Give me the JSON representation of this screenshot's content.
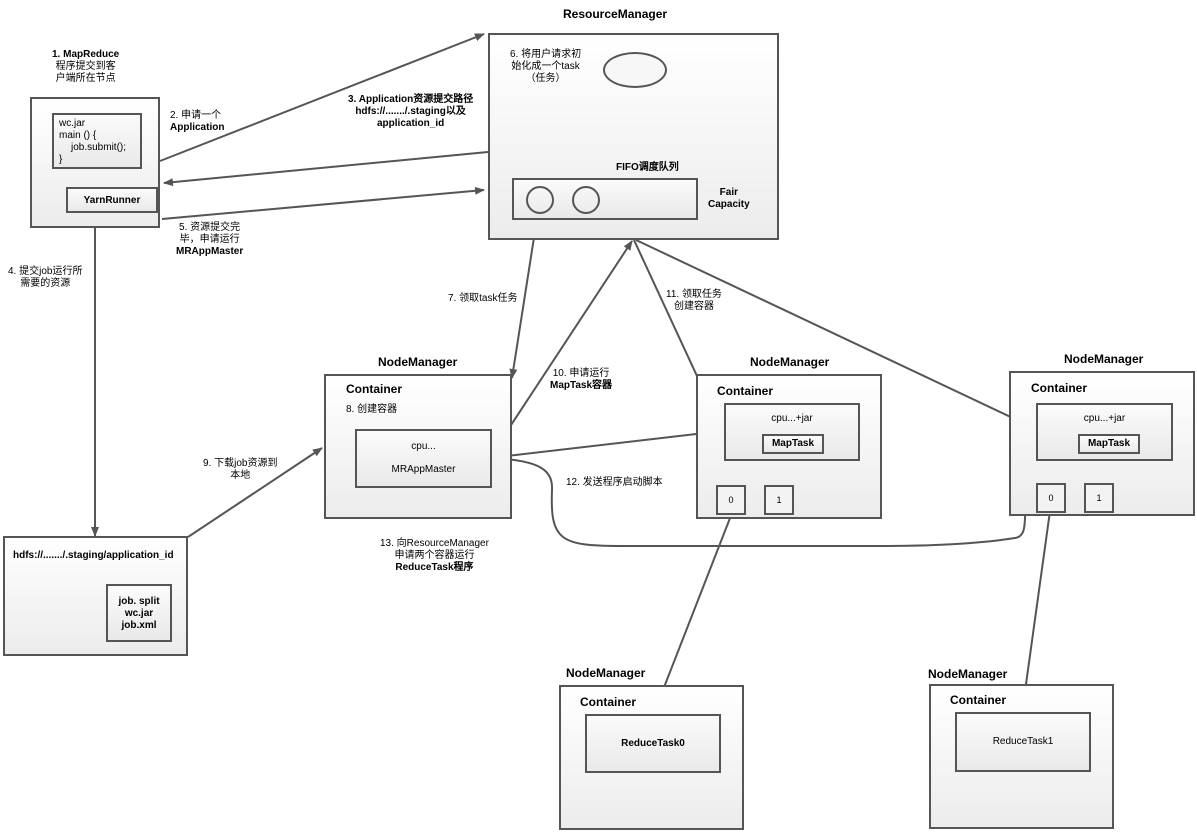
{
  "client": {
    "step1": [
      "1. MapReduce",
      "程序提交到客",
      "户端所在节点"
    ],
    "code_lines": [
      "wc.jar",
      "main () {",
      "   job.submit();",
      "}"
    ],
    "yarn_runner": "YarnRunner"
  },
  "resource_manager": {
    "title": "ResourceManager",
    "step6": [
      "6. 将用户请求初",
      "始化成一个task",
      "（任务）"
    ],
    "fifo_label": "FIFO调度队列",
    "schedulers": [
      "Fair",
      "Capacity"
    ]
  },
  "hdfs": {
    "path": "hdfs://......./.staging/application_id",
    "files": [
      "job. split",
      "wc.jar",
      "job.xml"
    ]
  },
  "node_manager_am": {
    "title": "NodeManager",
    "container": "Container",
    "step8": "8. 创建容器",
    "cpu": "cpu...",
    "app_master": "MRAppMaster"
  },
  "node_manager_map1": {
    "title": "NodeManager",
    "container": "Container",
    "cpu": "cpu...+jar",
    "task": "MapTask",
    "partitions": [
      "0",
      "1"
    ]
  },
  "node_manager_map2": {
    "title": "NodeManager",
    "container": "Container",
    "cpu": "cpu...+jar",
    "task": "MapTask",
    "partitions": [
      "0",
      "1"
    ]
  },
  "node_manager_reduce0": {
    "title": "NodeManager",
    "container": "Container",
    "task": "ReduceTask0"
  },
  "node_manager_reduce1": {
    "title": "NodeManager",
    "container": "Container",
    "task": "ReduceTask1"
  },
  "steps": {
    "step2": [
      "2. 申请一个",
      "Application"
    ],
    "step3": [
      "3. Application资源提交路径",
      "hdfs://......./.staging以及",
      "application_id"
    ],
    "step4": [
      "4. 提交job运行所",
      "需要的资源"
    ],
    "step5": [
      "5. 资源提交完",
      "毕，申请运行",
      "MRAppMaster"
    ],
    "step7": "7. 领取task任务",
    "step9": [
      "9. 下载job资源到",
      "本地"
    ],
    "step10": [
      "10. 申请运行",
      "MapTask容器"
    ],
    "step11": [
      "11. 领取任务",
      "创建容器"
    ],
    "step12": "12. 发送程序启动脚本",
    "step13": [
      "13. 向ResourceManager",
      "申请两个容器运行",
      "ReduceTask程序"
    ]
  },
  "colors": {
    "line": "#555555",
    "box_border": "#555555",
    "box_fill": "#eeeeee"
  }
}
